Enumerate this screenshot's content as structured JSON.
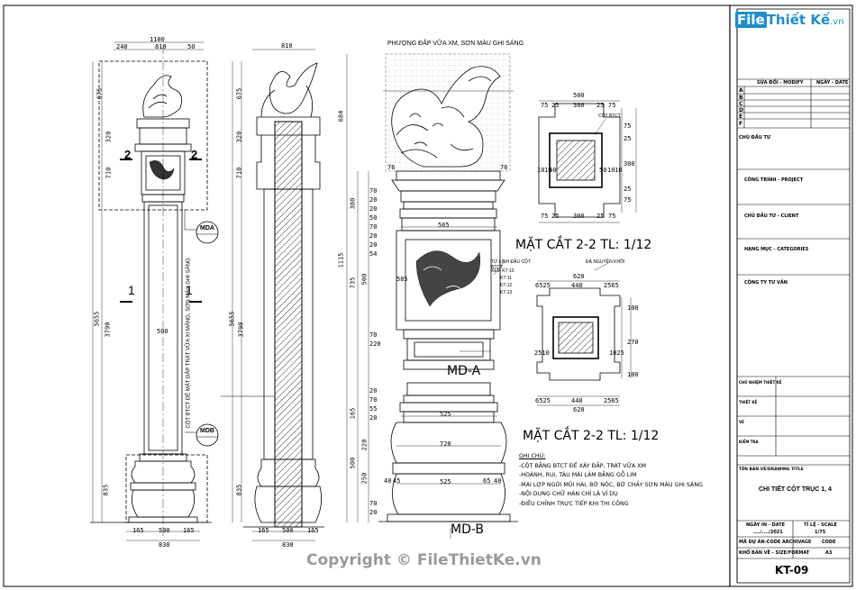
{
  "logo": {
    "prefix": "File",
    "name": "Thiết Kế",
    "domain": ".vn"
  },
  "watermark": "Copyright © FileThietKe.vn",
  "elevation_front": {
    "top_dims": [
      "1100",
      "240",
      "810",
      "50"
    ],
    "left_dims": [
      "675",
      "320",
      "710",
      "5655",
      "3790",
      "835"
    ],
    "bottom_dims": [
      "165",
      "500",
      "165",
      "830"
    ],
    "section_marks": [
      "2",
      "2",
      "1",
      "1"
    ],
    "inner_dim": "500",
    "callouts": [
      "MDA",
      "MDB"
    ],
    "vertical_note": "CỘT BTCT ĐỂ MẶT ĐẮP TRÁT VỮA XI MĂNG, SƠN MÀU GHI SÁNG"
  },
  "elevation_section": {
    "top_dim": "810",
    "left_dims": [
      "675",
      "320",
      "710",
      "5655",
      "3790",
      "835"
    ],
    "bottom_dims": [
      "165",
      "500",
      "165",
      "830"
    ]
  },
  "detail_a": {
    "title": "PHƯỢNG ĐẮP VỮA XM, SƠN MÀU GHI SÁNG",
    "left_dims": [
      "684",
      "380",
      "1115",
      "735",
      "500",
      "165",
      "500",
      "250",
      "220"
    ],
    "inner_dims": [
      "70",
      "20",
      "20",
      "50",
      "70",
      "20",
      "20",
      "54",
      "70",
      "220",
      "20",
      "70",
      "55",
      "20",
      "70",
      "20"
    ],
    "mid_dims": [
      "565",
      "585",
      "525",
      "720",
      "525"
    ],
    "corner_dims": [
      "76",
      "76"
    ],
    "label_col": "TỨ LINH ĐẦU CỘT",
    "label_ref": "BTCT",
    "kt_list": [
      "XEM KT-10",
      "KT-11",
      "KT-12",
      "KT-13"
    ],
    "side_dims": [
      "40",
      "45",
      "65",
      "40"
    ],
    "callout_a": "MD-A",
    "callout_b": "MD-B"
  },
  "section_top": {
    "dims_top": [
      "500",
      "75",
      "25",
      "300",
      "25",
      "75"
    ],
    "dims_side": [
      "75",
      "25",
      "300",
      "25",
      "75"
    ],
    "dims_left": [
      "10",
      "10",
      "50"
    ],
    "dims_right": [
      "50",
      "10",
      "10"
    ],
    "label": "CỘT BTCT",
    "bottom": [
      "75",
      "25",
      "300",
      "25",
      "75"
    ]
  },
  "section_mid": {
    "label": "ĐÁ NGUYÊN KHỐI",
    "dims_top": [
      "620",
      "6525",
      "440",
      "2565"
    ],
    "dims_side": [
      "100",
      "270",
      "100"
    ],
    "dims_left": [
      "2510"
    ],
    "dims_right": [
      "1025"
    ],
    "bottom": [
      "6525",
      "440",
      "2565",
      "620"
    ]
  },
  "section_titles": [
    "MẶT CẮT 2-2 TL: 1/12",
    "MẶT CẮT 2-2 TL: 1/12"
  ],
  "notes": {
    "title": "GHI CHÚ:",
    "items": [
      "-CỘT BẰNG BTCT ĐỂ XÂY ĐẮP, TRÁT VỮA XM",
      "-HOÀNH, RUI, TÀU MÁI LÀM BẰNG GỖ LIM",
      "-MÁI LỢP NGÓI MŨI HÀI, BỜ NÓC, BỜ CHẢY SƠN MÀU GHI SÁNG",
      "-NỘI DUNG CHỮ HÁN CHỈ LÀ VÍ DỤ",
      "-ĐIỀU CHỈNH TRỰC TIẾP KHI THI CÔNG"
    ]
  },
  "title_block": {
    "rev_header": [
      "SỬA ĐỔI - MODIFY",
      "NGÀY - DATE"
    ],
    "rev_rows": [
      "A",
      "B",
      "C",
      "D",
      "E",
      "F"
    ],
    "owner": "CHỦ ĐẦU TƯ",
    "project": "CÔNG TRÌNH - PROJECT",
    "client": "CHỦ ĐẦU TƯ - CLIENT",
    "category": "HẠNG MỤC - CATEGORIES",
    "consultant": "CÔNG TY TƯ VẤN",
    "roles": [
      "CHỦ NHIỆM THIẾT KẾ",
      "THIẾT KẾ",
      "VẼ",
      "KIỂM TRA"
    ],
    "drawing_label": "TÊN BẢN VẼ/DRAWING TITLE",
    "drawing_title": "CHI TIẾT CỘT TRỤC 1, 4",
    "date_label": "NGÀY IN - DATE",
    "date_value": "..../..../2021",
    "scale_label": "TỈ LỆ - SCALE",
    "scale_value": "1/75",
    "code_label": "MÃ DỰ ÁN-CODE ARCHIVAGE",
    "code_value": "CODE",
    "format_label": "KHỔ BẢN VẼ - SIZE/FORMAT",
    "format_value": "A3",
    "sheet_no": "KT-09"
  }
}
